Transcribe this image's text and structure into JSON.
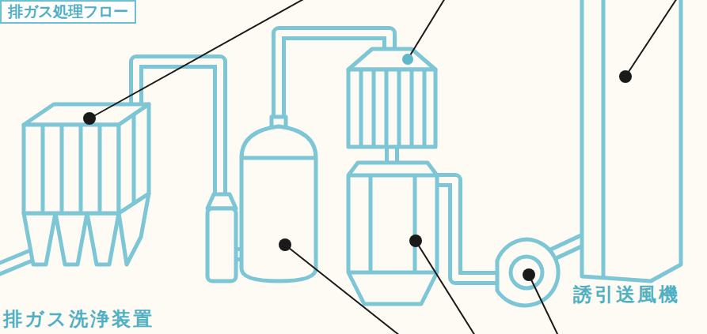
{
  "diagram": {
    "title": "排ガス処理フロー",
    "labels": [
      "排ガス洗浄装置",
      "誘引送風機"
    ]
  }
}
